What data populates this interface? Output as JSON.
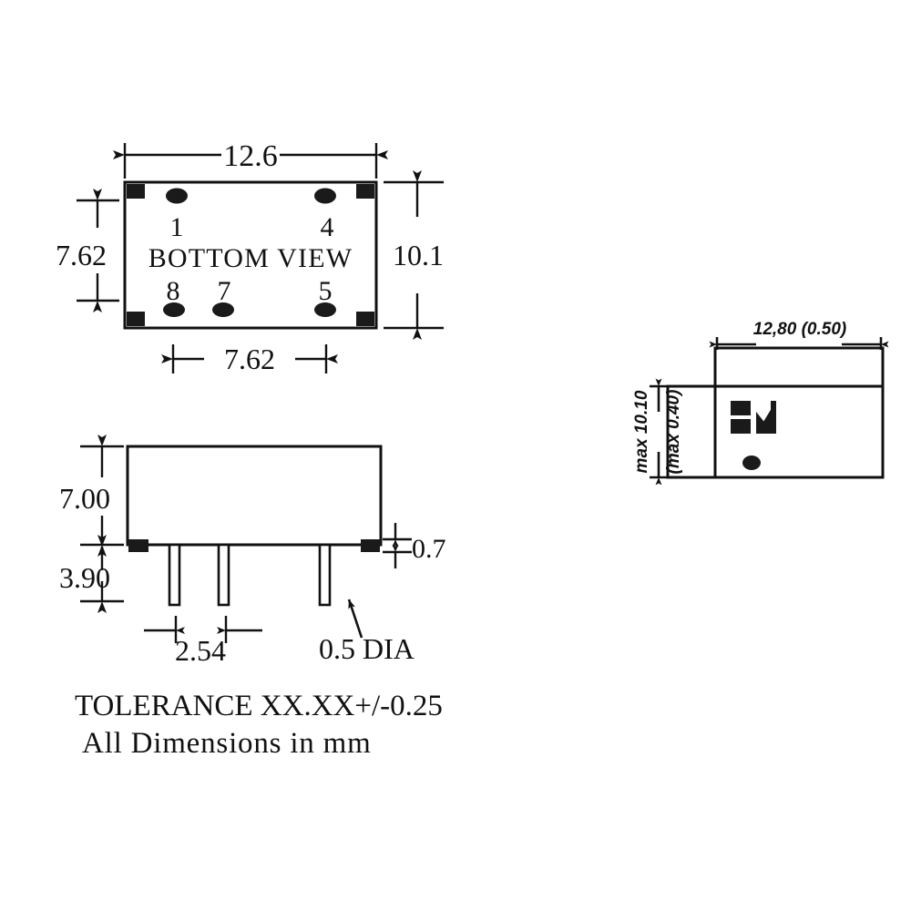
{
  "sheet": {
    "background": "#ffffff",
    "ink": "#111111"
  },
  "bottom_view": {
    "label": "BOTTOM VIEW",
    "pin_numbers": {
      "top_left": "1",
      "top_right": "4",
      "bottom_left": "8",
      "bottom_mid": "7",
      "bottom_right": "5"
    },
    "dimensions": {
      "width_top": "12.6",
      "height_left": "7.62",
      "height_right": "10.1",
      "width_bottom": "7.62"
    }
  },
  "side_view": {
    "dimensions": {
      "body_height": "7.00",
      "pin_length": "3.90",
      "standoff": "0.7",
      "pin_pitch": "2.54",
      "pin_diameter": "0.5 DIA"
    }
  },
  "notes": {
    "line1": "TOLERANCE XX.XX+/-0.25",
    "line2": "All Dimensions in mm"
  },
  "detail_view": {
    "dimensions": {
      "width": "12,80 (0.50)",
      "height": "max 10.10",
      "standoff": "(max 0.40)"
    },
    "logo": "manufacturer-logo-mark"
  }
}
